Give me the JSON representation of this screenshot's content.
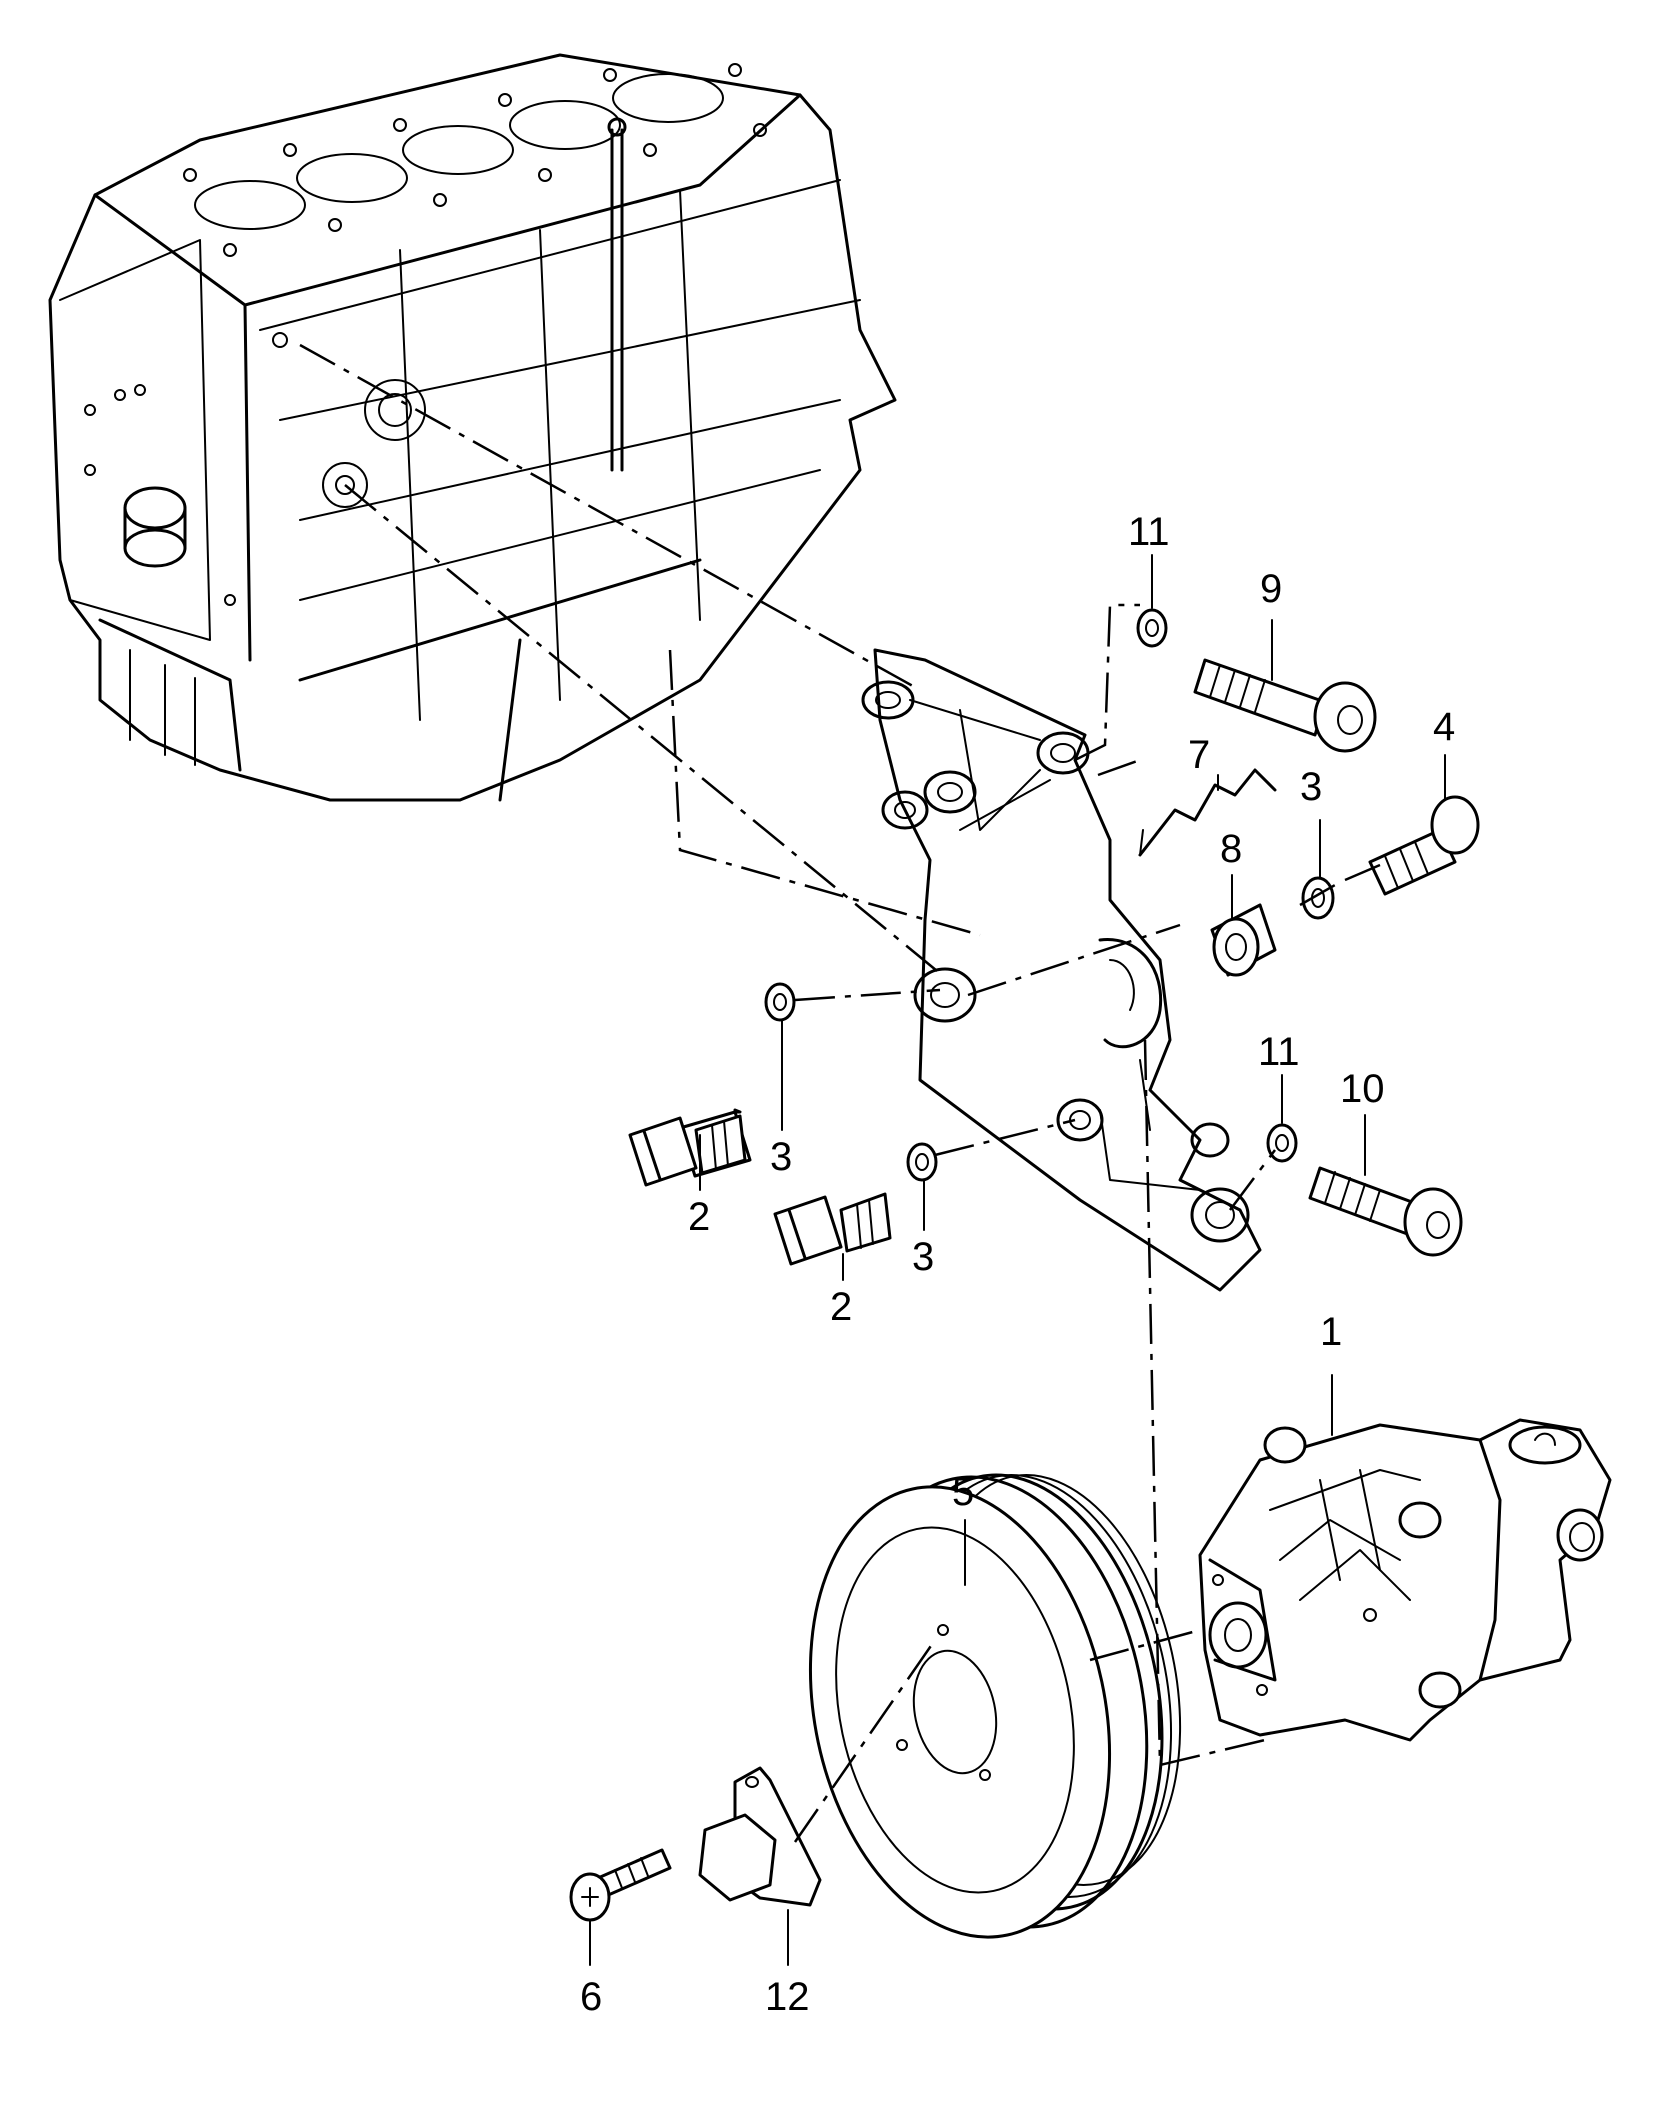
{
  "callouts": [
    {
      "id": "c1",
      "text": "1"
    },
    {
      "id": "c2a",
      "text": "2"
    },
    {
      "id": "c2b",
      "text": "2"
    },
    {
      "id": "c3a",
      "text": "3"
    },
    {
      "id": "c3b",
      "text": "3"
    },
    {
      "id": "c3c",
      "text": "3"
    },
    {
      "id": "c4",
      "text": "4"
    },
    {
      "id": "c5",
      "text": "5"
    },
    {
      "id": "c6",
      "text": "6"
    },
    {
      "id": "c7",
      "text": "7"
    },
    {
      "id": "c8",
      "text": "8"
    },
    {
      "id": "c9",
      "text": "9"
    },
    {
      "id": "c10",
      "text": "10"
    },
    {
      "id": "c11a",
      "text": "11"
    },
    {
      "id": "c11b",
      "text": "11"
    },
    {
      "id": "c12",
      "text": "12"
    }
  ]
}
